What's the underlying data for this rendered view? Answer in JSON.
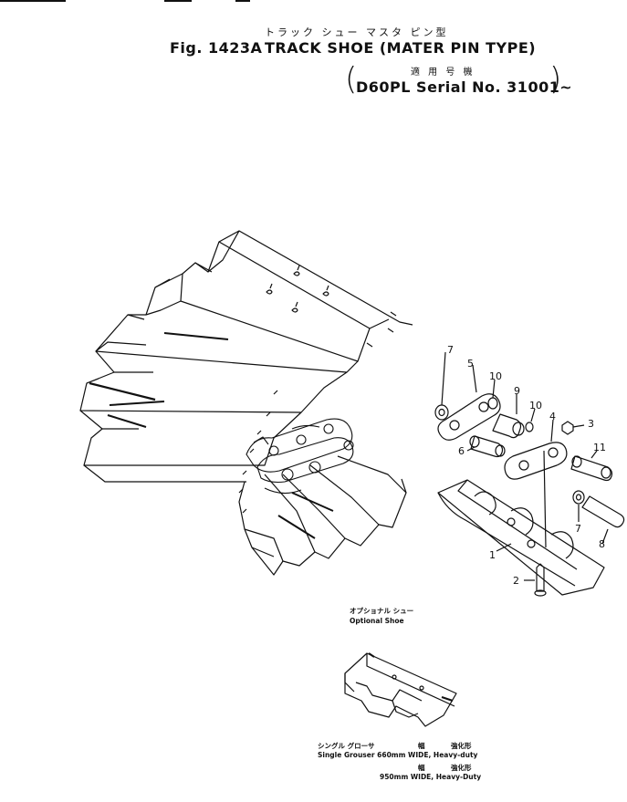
{
  "header": {
    "title_jp": "トラック シュー マスタ ピン型",
    "fig_label": "Fig. 1423A",
    "title": "TRACK SHOE (MATER PIN TYPE)",
    "applicable_jp": "適 用 号 機",
    "serial": "D60PL Serial No. 31001∼",
    "paren_open": "(",
    "paren_close": ")"
  },
  "callouts": [
    "7",
    "5",
    "10",
    "9",
    "10",
    "4",
    "3",
    "6",
    "11",
    "7",
    "8",
    "1",
    "2"
  ],
  "optional_shoe": {
    "label_jp": "オプショナル シュー",
    "label": "Optional Shoe"
  },
  "caption": {
    "line1_jp": "シングル グローサ",
    "line1_mid_jp": "幅",
    "line1_right_jp": "強化形",
    "line2": "Single Grouser 660mm WIDE, Heavy-duty",
    "line3_jp": "幅",
    "line3_right_jp": "強化形",
    "line4": "950mm WIDE, Heavy-Duty"
  }
}
